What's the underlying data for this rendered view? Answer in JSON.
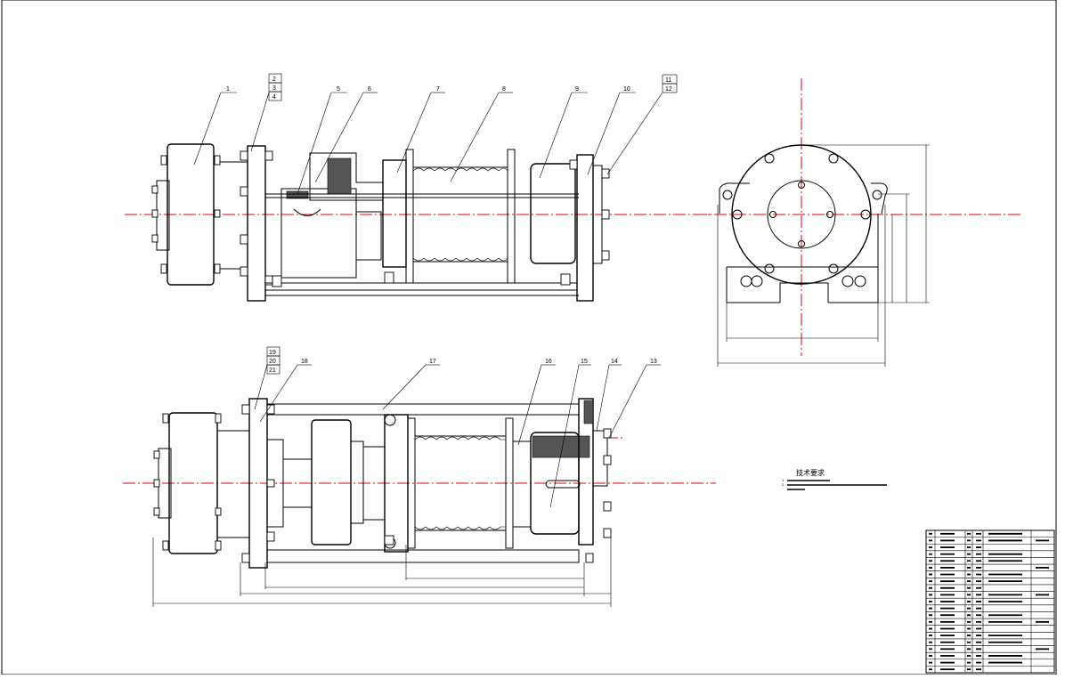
{
  "drawing": {
    "balloons_top": [
      "1",
      "2",
      "3",
      "4",
      "5",
      "6",
      "7",
      "8",
      "9",
      "10",
      "11",
      "12"
    ],
    "balloons_bottom": [
      "19",
      "20",
      "21",
      "18",
      "17",
      "16",
      "15",
      "14",
      "13"
    ],
    "notes_title": "技术要求",
    "notes_lines": [
      "1.",
      "2."
    ],
    "dimensions": []
  },
  "title_block": {
    "rows": 21,
    "cols": 6
  }
}
